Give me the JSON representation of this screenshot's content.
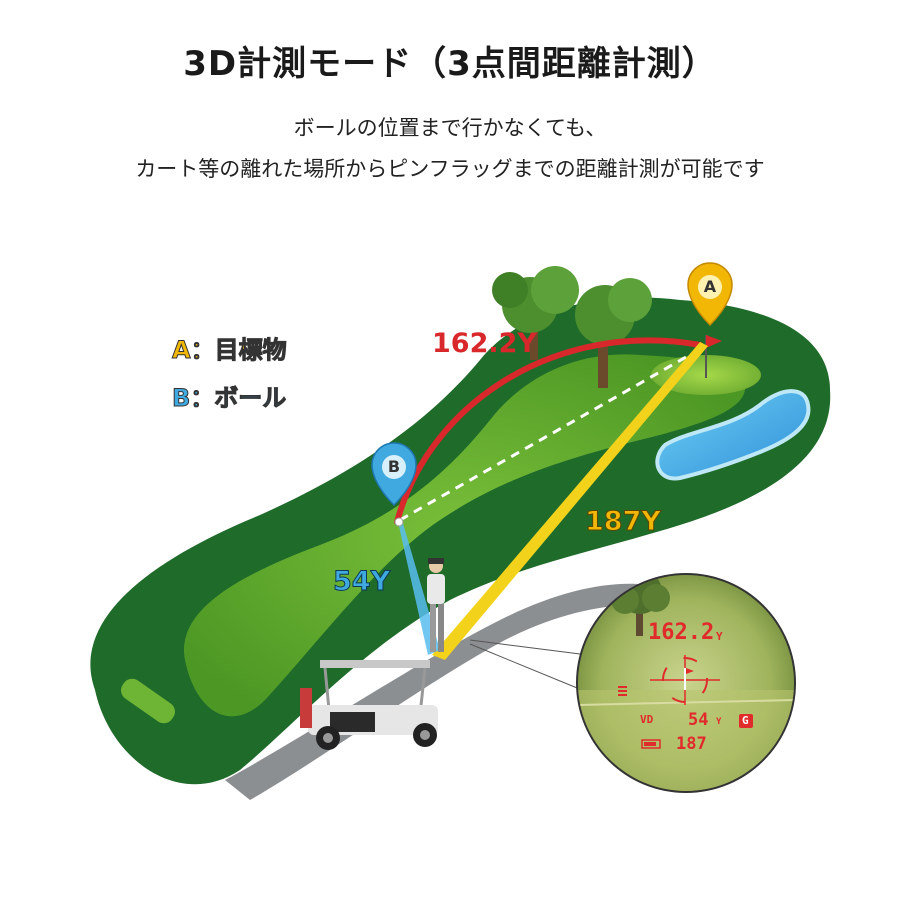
{
  "header": {
    "title": "3D計測モード（3点間距離計測）",
    "line1": "ボールの位置まで行かなくても、",
    "line2": "カート等の離れた場所からピンフラッグまでの距離計測が可能です"
  },
  "legend": {
    "a": "A：目標物",
    "b": "B：ボール"
  },
  "markers": {
    "a": "A",
    "b": "B"
  },
  "distances": {
    "ball_to_pin": "162.2Y",
    "cart_to_pin": "187Y",
    "cart_to_ball": "54Y"
  },
  "scope": {
    "main": "162.2",
    "main_unit": "Y",
    "vd": "VD",
    "ball": "54",
    "ball_unit": "Y",
    "mode": "G",
    "pin": "187"
  },
  "colors": {
    "red_line": "#d9282b",
    "yellow_line": "#f2b705",
    "blue_line": "#3fa9e0",
    "scope_text": "#e12b2b"
  }
}
